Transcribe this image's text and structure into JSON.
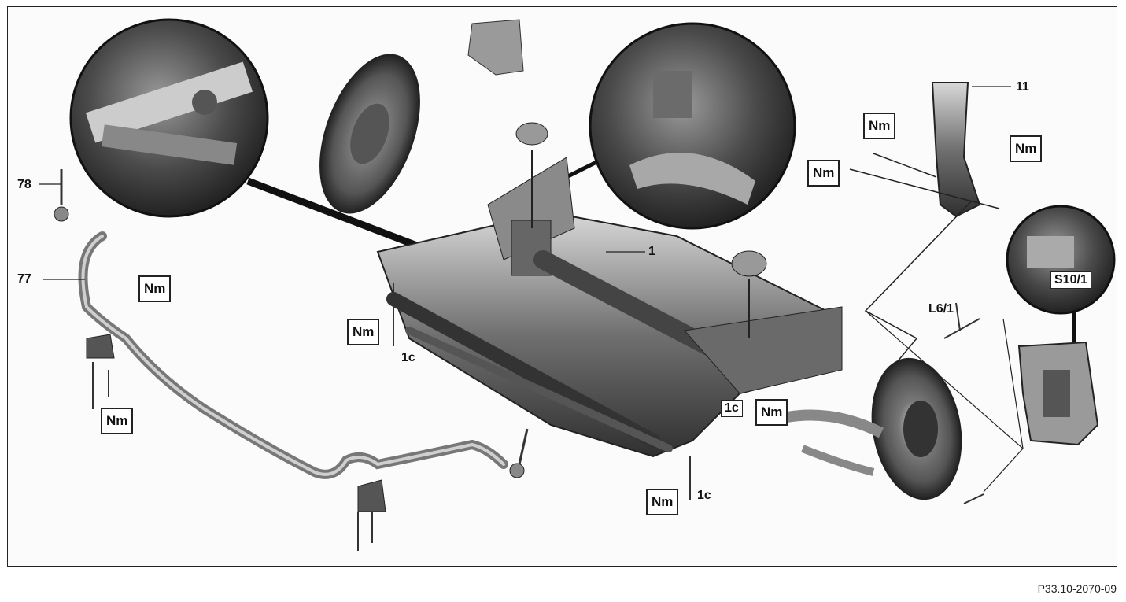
{
  "labels": {
    "p78": "78",
    "p77": "77",
    "p1": "1",
    "p11": "11",
    "p1c_a": "1c",
    "p1c_b": "1c",
    "p1c_c": "1c",
    "pL61": "L6/1",
    "pS101": "S10/1"
  },
  "torque": {
    "nm_1": "Nm",
    "nm_2": "Nm",
    "nm_3": "Nm",
    "nm_4": "Nm",
    "nm_5": "Nm",
    "nm_6": "Nm",
    "nm_7": "Nm",
    "nm_8": "Nm"
  },
  "figure_code": "P33.10-2070-09"
}
